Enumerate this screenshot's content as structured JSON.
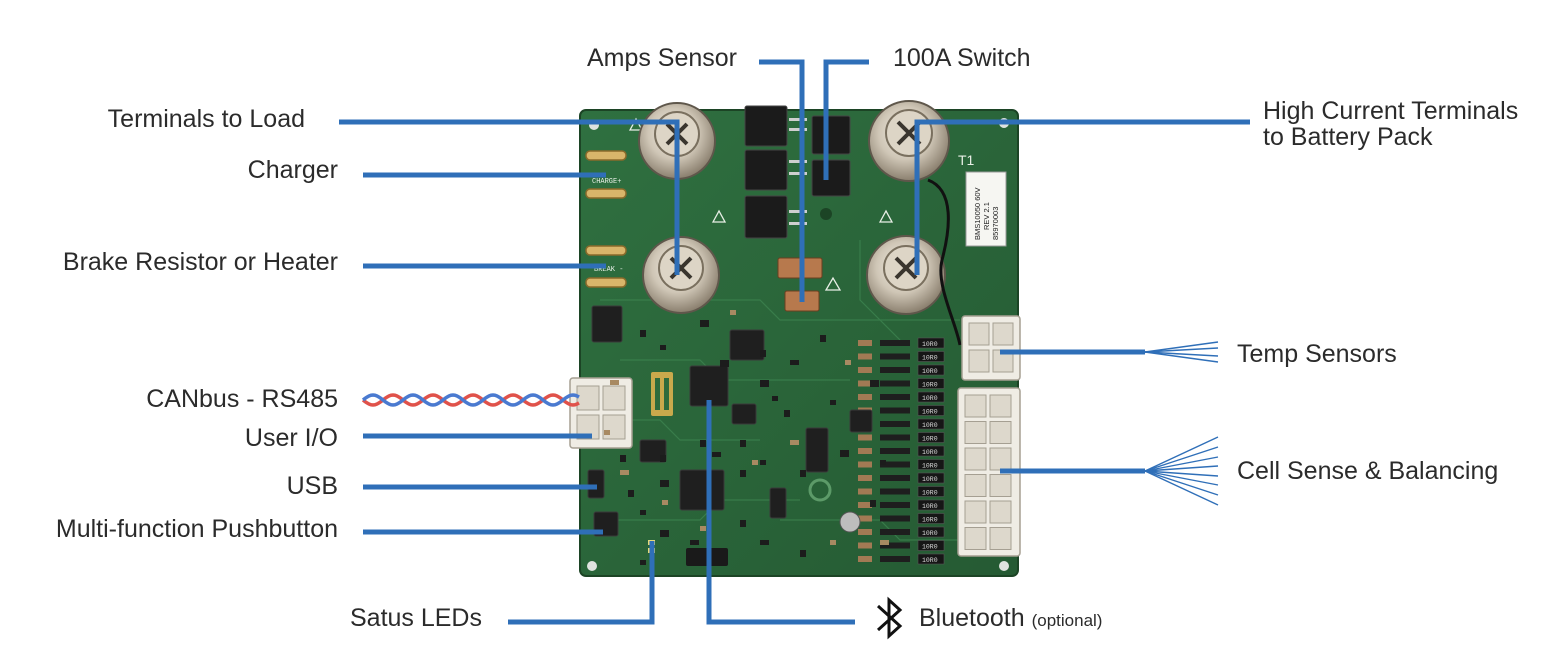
{
  "diagram": {
    "labels": {
      "terminals_to_load": "Terminals to Load",
      "charger": "Charger",
      "brake_resistor": "Brake Resistor or Heater",
      "canbus": "CANbus - RS485",
      "user_io": "User I/O",
      "usb": "USB",
      "pushbutton": "Multi-function Pushbutton",
      "status_leds": "Satus LEDs",
      "bluetooth": "Bluetooth",
      "bluetooth_optional": "(optional)",
      "amps_sensor": "Amps Sensor",
      "switch_100a": "100A Switch",
      "high_current_line1": "High Current Terminals",
      "high_current_line2": "to Battery Pack",
      "temp_sensors": "Temp Sensors",
      "cell_sense": "Cell Sense & Balancing"
    },
    "board_silkscreen": {
      "charge": "CHARGE+",
      "break": "BREAK -",
      "t1": "T1",
      "part_label_1": "BMS10050 60V",
      "part_label_2": "REV 2.1",
      "part_label_3": "85970003",
      "resistor_marking": "10R0"
    },
    "colors": {
      "leader": "#2f6fb8",
      "pcb": "#2e6b3c",
      "pcb_dark": "#214f2c",
      "canbus_red": "#e0524a",
      "canbus_blue": "#4a7ad0",
      "text": "#2b2b2b"
    }
  }
}
